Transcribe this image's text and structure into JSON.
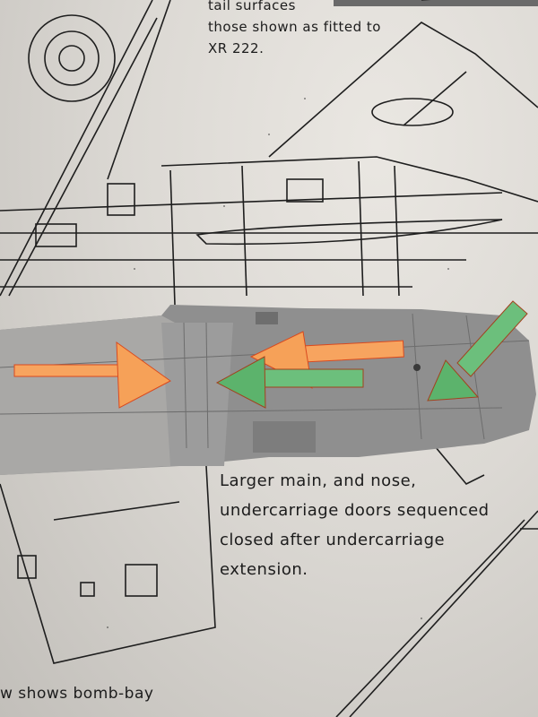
{
  "scene": {
    "description": "Photo of a grey plastic aircraft model fuselage lying on a printed line-drawing instruction sheet, with paper arrows (orange and green) placed on it",
    "colors": {
      "paper": "#dcd9d4",
      "model_grey": "#8e8e8e",
      "orange_arrow": "#f7a05a",
      "green_arrow": "#5fb46e",
      "ink": "#1c1c1c"
    }
  },
  "captions": {
    "top": {
      "line1": "tail surfaces",
      "line2": "those shown as fitted to",
      "line3": "XR 222."
    },
    "middle": {
      "line1": "Larger main, and nose,",
      "line2": "undercarriage doors sequenced",
      "line3": "closed after undercarriage",
      "line4": "extension."
    },
    "bottom": {
      "line1": "w shows bomb-bay"
    }
  },
  "arrows": [
    {
      "color": "orange",
      "direction": "right",
      "label": "orange-arrow-right"
    },
    {
      "color": "orange",
      "direction": "left",
      "label": "orange-arrow-left"
    },
    {
      "color": "green",
      "direction": "left",
      "label": "green-arrow-left"
    },
    {
      "color": "green",
      "direction": "down-left",
      "label": "green-arrow-diagonal"
    }
  ]
}
